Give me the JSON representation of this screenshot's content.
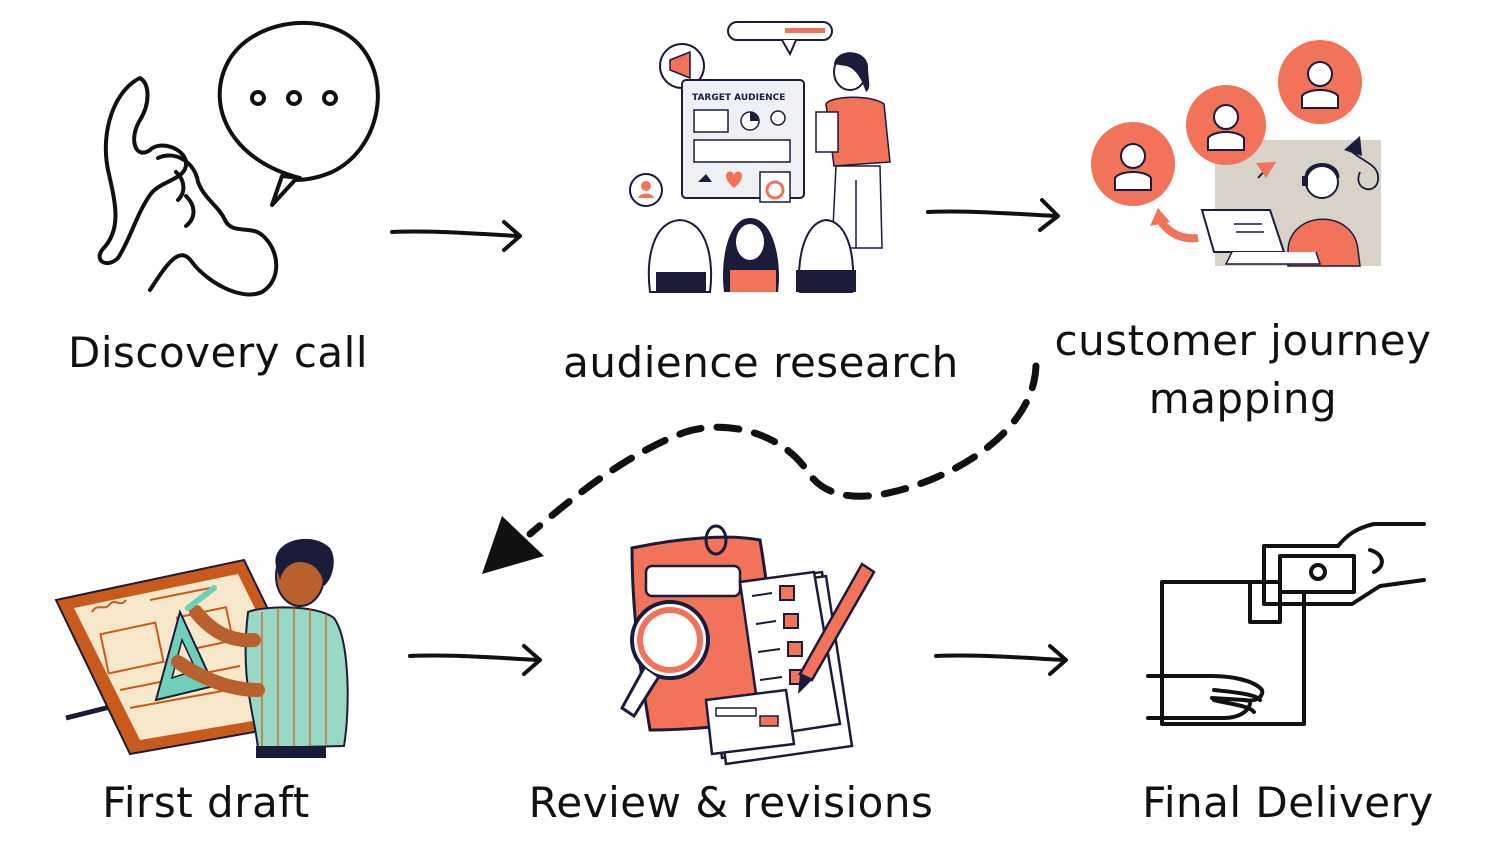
{
  "diagram": {
    "steps": [
      {
        "label": "Discovery call",
        "icon": "phone-speech-icon"
      },
      {
        "label": "audience research",
        "icon": "target-audience-presentation-icon"
      },
      {
        "label": "customer journey mapping",
        "label_lines": [
          "customer journey",
          "mapping"
        ],
        "icon": "customer-journey-icon"
      },
      {
        "label": "First draft",
        "icon": "drafting-table-icon"
      },
      {
        "label": "Review & revisions",
        "icon": "clipboard-checklist-icon"
      },
      {
        "label": "Final Delivery",
        "icon": "package-delivery-icon"
      }
    ],
    "illustration_text": {
      "target_audience": "TARGET AUDIENCE"
    },
    "colors": {
      "ink": "#111111",
      "accent": "#f0735a",
      "accent_dark": "#e05a3a",
      "teal": "#6fcfb8",
      "skin": "#b8612e",
      "paper": "#f7e8cc",
      "panel": "#d9d2c8"
    }
  }
}
